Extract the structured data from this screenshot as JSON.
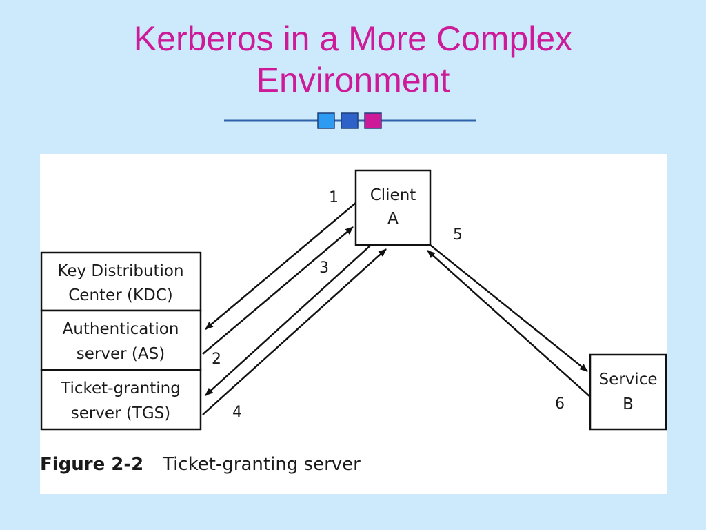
{
  "slide": {
    "title_line1": "Kerberos in a More Complex",
    "title_line2": "Environment",
    "title_color": "#cc1a99",
    "background_color": "#cdeafd",
    "divider_squares": [
      "#2e9bf2",
      "#2f62c9",
      "#cc1a99"
    ]
  },
  "diagram": {
    "client": {
      "line1": "Client",
      "line2": "A"
    },
    "kdc": {
      "line1": "Key Distribution",
      "line2": "Center (KDC)"
    },
    "as": {
      "line1": "Authentication",
      "line2": "server (AS)"
    },
    "tgs": {
      "line1": "Ticket-granting",
      "line2": "server (TGS)"
    },
    "service": {
      "line1": "Service",
      "line2": "B"
    },
    "steps": {
      "s1": "1",
      "s2": "2",
      "s3": "3",
      "s4": "4",
      "s5": "5",
      "s6": "6"
    },
    "caption": {
      "label": "Figure 2-2",
      "text": "Ticket-granting server"
    }
  }
}
